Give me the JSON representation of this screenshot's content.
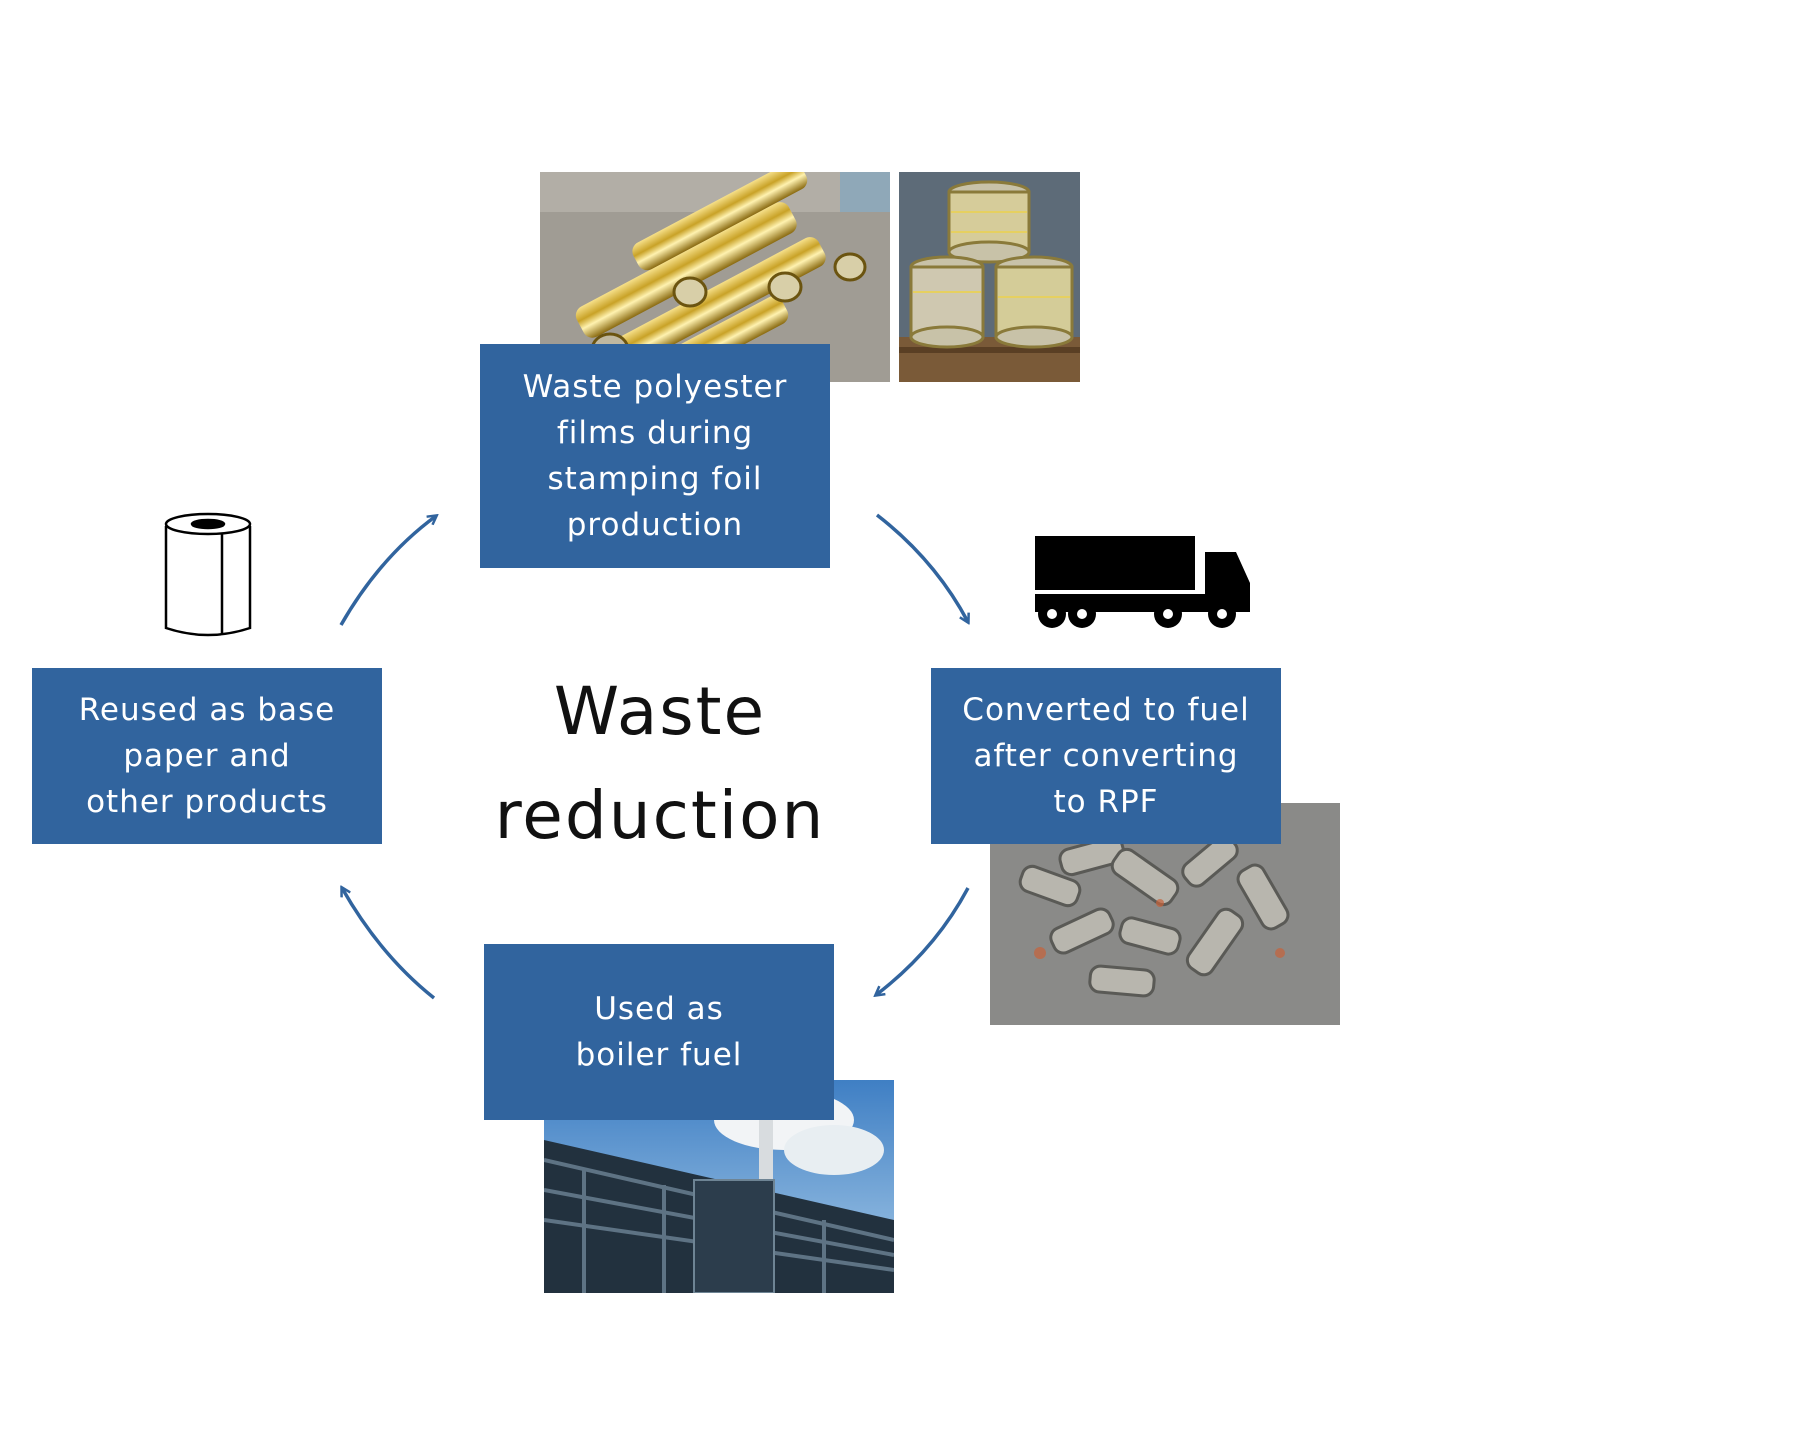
{
  "diagram": {
    "center_title": "Waste\nreduction",
    "accent_color": "#31649e",
    "steps": [
      {
        "id": "waste-films",
        "label": "Waste polyester\nfilms during\nstamping foil\nproduction",
        "icon": "foil-rolls-photo"
      },
      {
        "id": "converted-fuel",
        "label": "Converted to fuel\nafter converting\nto RPF",
        "icon": "truck-icon"
      },
      {
        "id": "boiler-fuel",
        "label": "Used as\nboiler fuel",
        "icon": "power-plant-photo"
      },
      {
        "id": "reused-paper",
        "label": "Reused as base\npaper and\nother products",
        "icon": "paper-roll-icon"
      }
    ],
    "cycle_direction": "clockwise"
  }
}
